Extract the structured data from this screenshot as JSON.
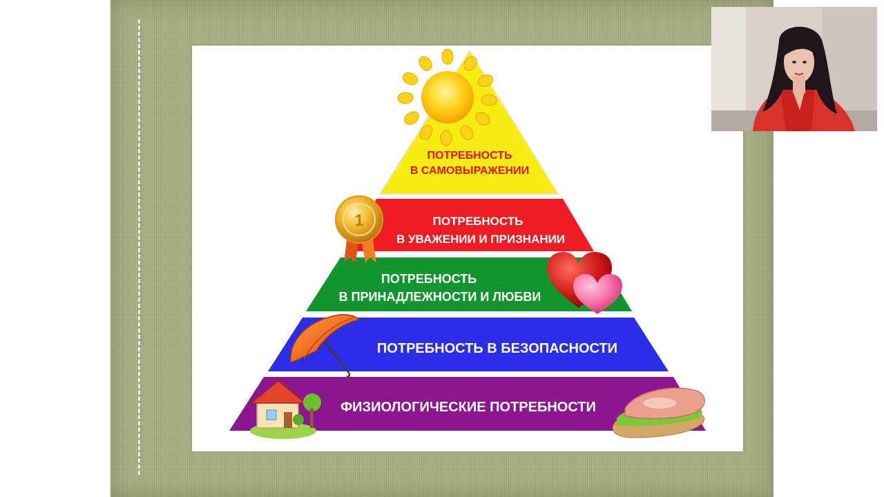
{
  "pyramid": {
    "tiers": [
      {
        "lines": [
          "ПОТРЕБНОСТЬ",
          "В САМОВЫРАЖЕНИИ"
        ],
        "color": "#f7ec0f",
        "text_color": "#e2141b",
        "icon": "sun-icon"
      },
      {
        "lines": [
          "ПОТРЕБНОСТЬ",
          "В УВАЖЕНИИ И ПРИЗНАНИИ"
        ],
        "color": "#ee1c25",
        "text_color": "#ffffff",
        "icon": "gold-medal-icon"
      },
      {
        "lines": [
          "ПОТРЕБНОСТЬ",
          "В ПРИНАДЛЕЖНОСТИ И ЛЮБВИ"
        ],
        "color": "#10952f",
        "text_color": "#ffffff",
        "icon": "hearts-icon"
      },
      {
        "lines": [
          "ПОТРЕБНОСТЬ В БЕЗОПАСНОСТИ"
        ],
        "color": "#2a2ee6",
        "text_color": "#ffffff",
        "icon": "umbrella-icon"
      },
      {
        "lines": [
          "ФИЗИОЛОГИЧЕСКИЕ ПОТРЕБНОСТИ"
        ],
        "color": "#8c168f",
        "text_color": "#ffffff",
        "icon": "house-icon"
      }
    ],
    "extra_icon": "sandwich-icon",
    "medal_number": "1"
  },
  "webcam": {
    "icon": "presenter-avatar-icon"
  }
}
